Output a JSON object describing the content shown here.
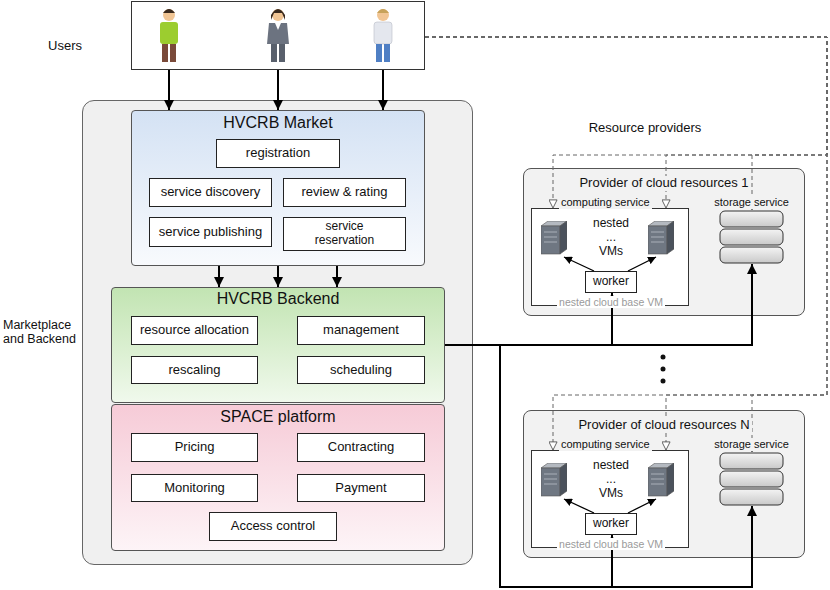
{
  "diagram": {
    "nodes": [
      {
        "text": [
          "Users"
        ]
      },
      {
        "text": [
          "Marketplace and Backend"
        ]
      },
      {
        "text": [
          "HVCRB Market"
        ],
        "in": 1
      },
      {
        "text": [
          "registration"
        ],
        "in": 2
      },
      {
        "text": [
          "service discovery"
        ],
        "in": 2
      },
      {
        "text": [
          "review & rating"
        ],
        "in": 2
      },
      {
        "text": [
          "service publishing"
        ],
        "in": 2
      },
      {
        "text": [
          "service reservation"
        ],
        "in": 2
      },
      {
        "text": [
          "HVCRB Backend"
        ],
        "in": 1
      },
      {
        "text": [
          "resource allocation"
        ],
        "in": 8
      },
      {
        "text": [
          "management"
        ],
        "in": 8
      },
      {
        "text": [
          "rescaling"
        ],
        "in": 8
      },
      {
        "text": [
          "scheduling"
        ],
        "in": 8
      },
      {
        "text": [
          "SPACE platform"
        ],
        "in": 1
      },
      {
        "text": [
          "Pricing"
        ],
        "in": 13
      },
      {
        "text": [
          "Contracting"
        ],
        "in": 13
      },
      {
        "text": [
          "Monitoring"
        ],
        "in": 13
      },
      {
        "text": [
          "Payment"
        ],
        "in": 13
      },
      {
        "text": [
          "Access control"
        ],
        "in": 13
      },
      {
        "text": [
          "Provider of cloud resources 1"
        ]
      },
      {
        "text": [
          "computing service",
          "nested ... VMs",
          "nested cloud base VM"
        ],
        "in": 19
      },
      {
        "text": [
          "worker"
        ],
        "in": 20
      },
      {
        "text": [
          "storage service"
        ],
        "in": 19
      },
      {
        "text": [
          "Provider of cloud resources N"
        ]
      },
      {
        "text": [
          "computing service",
          "nested ... VMs",
          "nested cloud base VM"
        ],
        "in": 23
      },
      {
        "text": [
          "worker"
        ],
        "in": 24
      },
      {
        "text": [
          "storage service"
        ],
        "in": 23
      }
    ],
    "edges": [
      {
        "from": 0,
        "to": 2,
        "arrow": "to"
      },
      {
        "from": 0,
        "to": 2,
        "arrow": "to"
      },
      {
        "from": 0,
        "to": 2,
        "arrow": "to"
      },
      {
        "from": 2,
        "to": 8,
        "arrow": "to"
      },
      {
        "from": 2,
        "to": 8,
        "arrow": "to"
      },
      {
        "from": 2,
        "to": 8,
        "arrow": "to"
      },
      {
        "from": 8,
        "to": 21,
        "arrow": "to"
      },
      {
        "from": 8,
        "to": 22,
        "arrow": "to"
      },
      {
        "from": 8,
        "to": 25,
        "arrow": "to"
      },
      {
        "from": 8,
        "to": 26,
        "arrow": "to"
      },
      {
        "from": 0,
        "to": 20,
        "arrow": "to"
      },
      {
        "from": 0,
        "to": 20,
        "arrow": "to"
      },
      {
        "from": 0,
        "to": 22,
        "arrow": "to"
      },
      {
        "from": 0,
        "to": 24,
        "arrow": "to"
      },
      {
        "from": 0,
        "to": 24,
        "arrow": "to"
      },
      {
        "from": 0,
        "to": 26,
        "arrow": "to"
      }
    ],
    "labels": [
      "Resource providers"
    ]
  }
}
